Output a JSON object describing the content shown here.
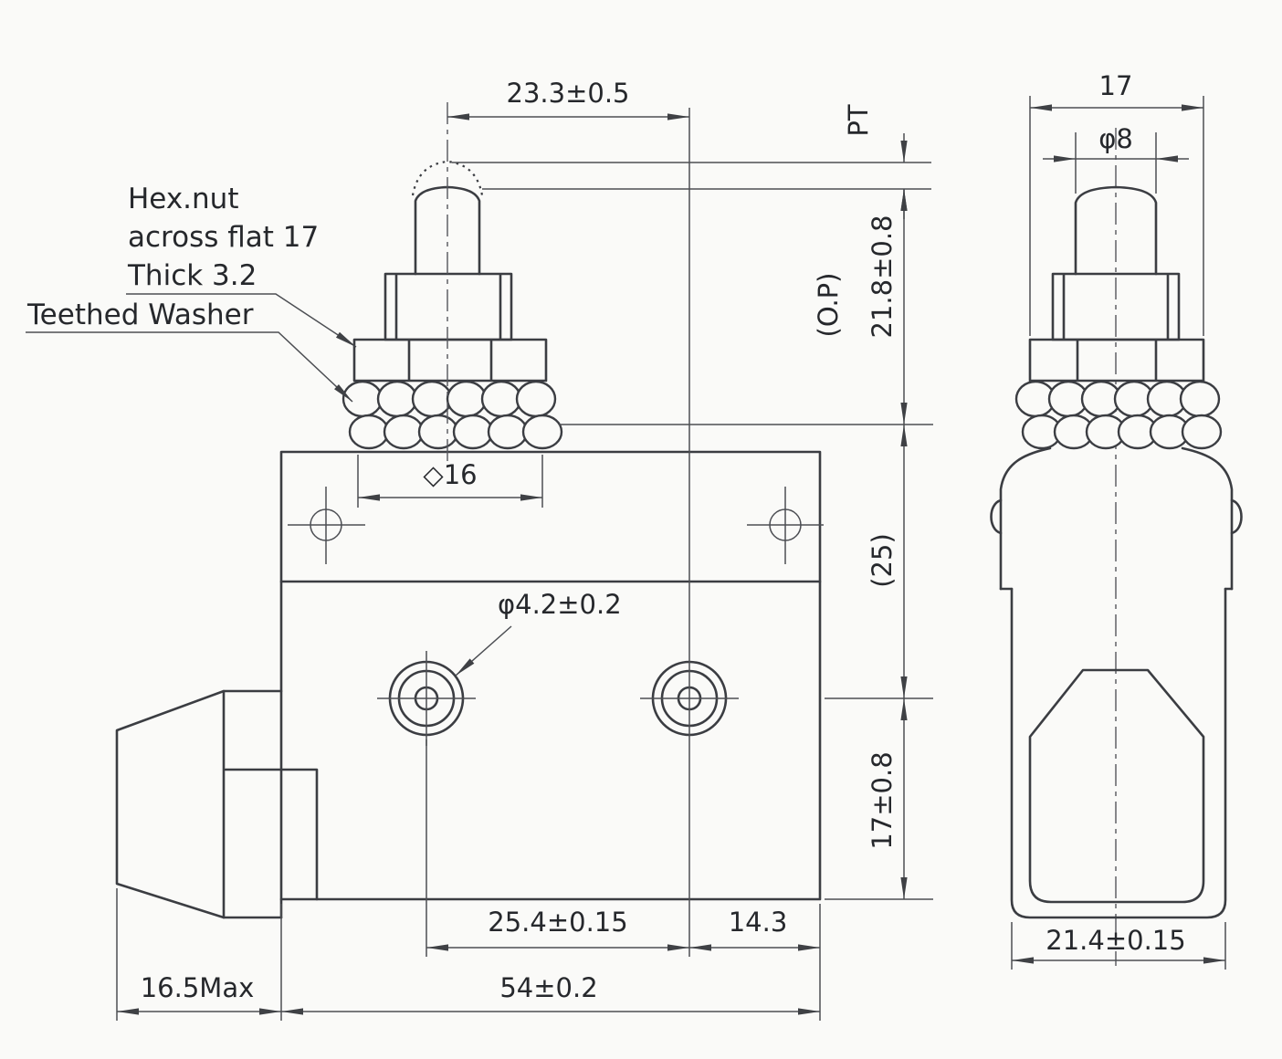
{
  "colors": {
    "line": "#3b3d42",
    "dimension_line": "#4c4e53",
    "text": "#26282c",
    "background": "#fafaf8"
  },
  "annotations": {
    "hex_nut_line1": "Hex.nut",
    "hex_nut_line2": "across flat 17",
    "hex_nut_line3": "Thick 3.2",
    "teethed_washer": "Teethed Washer"
  },
  "front_view": {
    "plunger_offset": "23.3±0.5",
    "pretravel": "PT",
    "op_label": "(O.P)",
    "op_height": "21.8±0.8",
    "washer_diameter": "◇16",
    "upper_body_height": "(25)",
    "terminal_hole_diameter": "φ4.2±0.2",
    "lower_body_height": "17±0.8",
    "terminal_spacing": "25.4±0.15",
    "terminal_to_edge": "14.3",
    "gland_length": "16.5Max",
    "body_width": "54±0.2"
  },
  "side_view": {
    "nut_across_flats": "17",
    "plunger_diameter": "φ8",
    "body_depth": "21.4±0.15"
  }
}
